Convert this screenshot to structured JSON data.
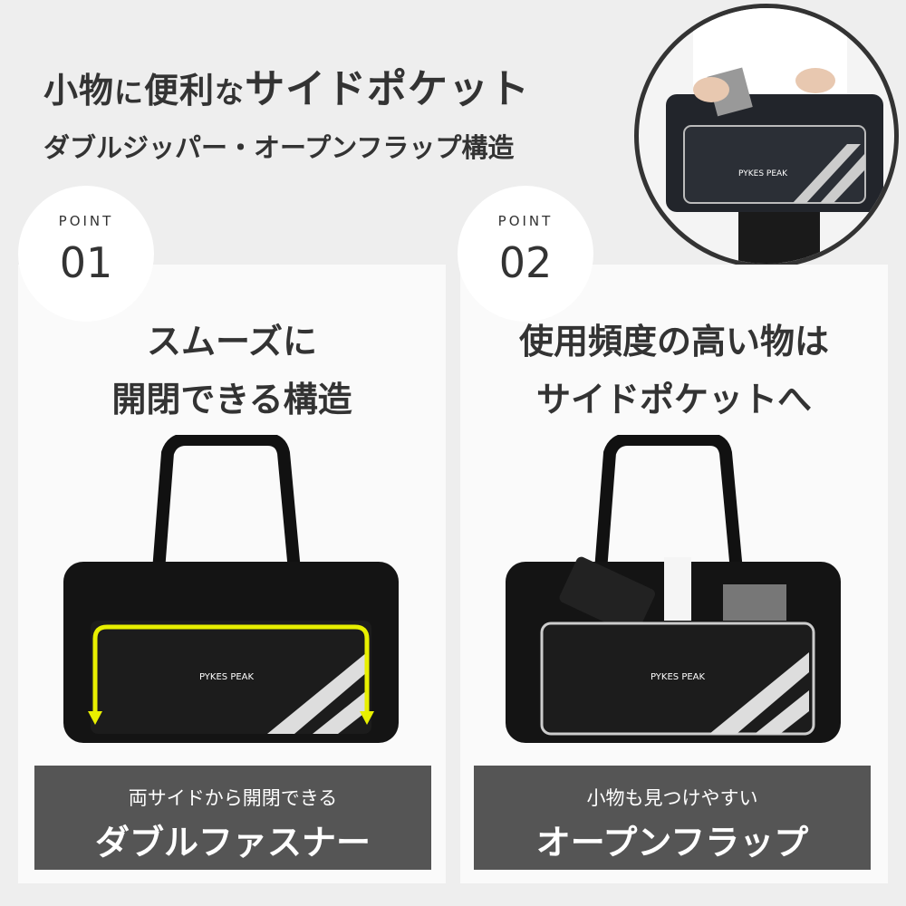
{
  "header": {
    "title_part1": "小物",
    "title_part2": "に",
    "title_part3": "便利",
    "title_part4": "な",
    "title_part5": "サイドポケット",
    "subtitle": "ダブルジッパー・オープンフラップ構造"
  },
  "points": [
    {
      "label": "POINT",
      "number": "01",
      "heading_line1": "スムーズに",
      "heading_line2": "開閉できる構造",
      "caption_small": "両サイドから開閉できる",
      "caption_big": "ダブルファスナー",
      "brand": "PYKES PEAK"
    },
    {
      "label": "POINT",
      "number": "02",
      "heading_line1": "使用頻度の高い物は",
      "heading_line2": "サイドポケットへ",
      "caption_small": "小物も見つけやすい",
      "caption_big": "オープンフラップ",
      "brand": "PYKES PEAK"
    }
  ],
  "colors": {
    "background": "#eeeeee",
    "panel": "#fafafa",
    "caption_box": "#555555",
    "zipper_highlight": "#e8f000",
    "text": "#333333"
  }
}
